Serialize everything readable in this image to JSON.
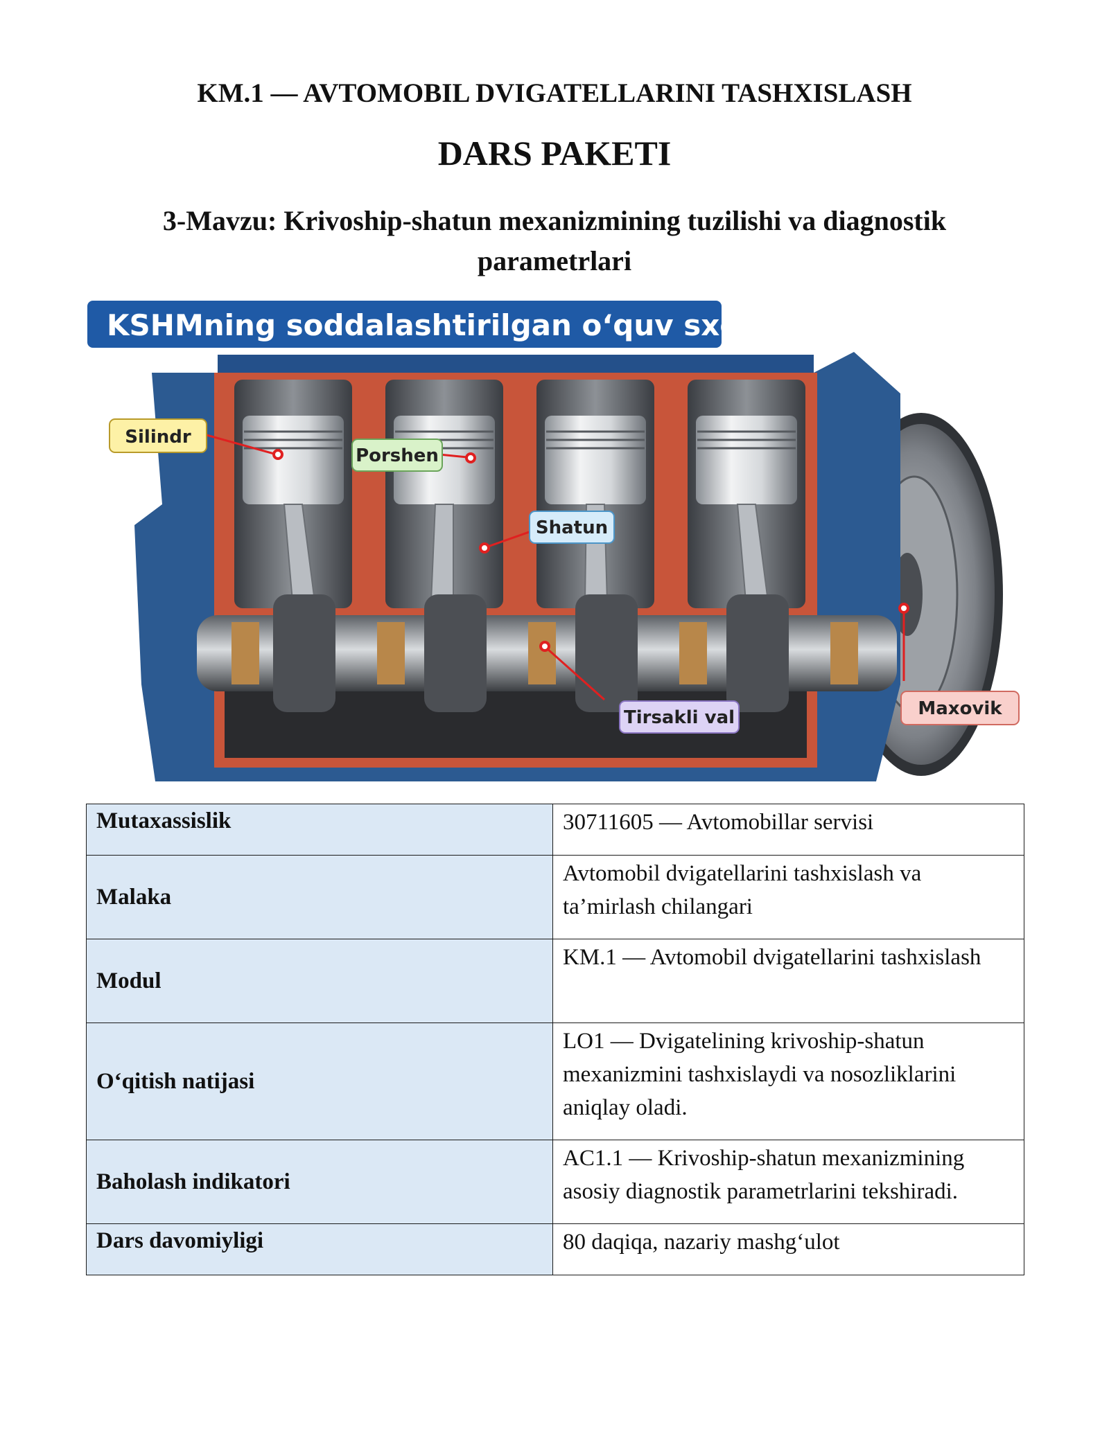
{
  "header": {
    "kicker": "KM.1 — AVTOMOBIL DVIGATELLARINI TASHXISLASH",
    "title": "DARS PAKETI",
    "topic": "3-Mavzu: Krivoship-shatun mexanizmining tuzilishi va diagnostik parametrlari"
  },
  "figure": {
    "banner": "KSHMning soddalashtirilgan o‘quv sxemasi",
    "labels": {
      "cylinder": "Silindr",
      "piston": "Porshen",
      "rod": "Shatun",
      "crankshaft": "Tirsakli val",
      "flywheel": "Maxovik"
    },
    "colors": {
      "banner": "#1f5aa6",
      "block": "#2c5a91",
      "section": "#c8553a",
      "callout": "#e02020",
      "cylinder_label": "#fdf1a6",
      "piston_label": "#d9f2c9",
      "rod_label": "#d6ecfa",
      "crankshaft_label": "#ddd3f5",
      "flywheel_label": "#f9d0cc"
    }
  },
  "info": {
    "rows": [
      {
        "key": "Mutaxassislik",
        "value": "30711605 — Avtomobillar servisi"
      },
      {
        "key": "Malaka",
        "value": "Avtomobil dvigatellarini tashxislash va ta’mirlash chilangari"
      },
      {
        "key": "Modul",
        "value": "KM.1 — Avtomobil dvigatellarini tashxislash"
      },
      {
        "key": "O‘qitish natijasi",
        "value": "LO1 — Dvigatelining krivoship-shatun mexanizmini tashxislaydi va nosozliklarini aniqlay oladi."
      },
      {
        "key": "Baholash indikatori",
        "value": "AC1.1 — Krivoship-shatun mexanizmining asosiy diagnostik parametrlarini tekshiradi."
      },
      {
        "key": "Dars davomiyligi",
        "value": "80 daqiqa, nazariy mashg‘ulot"
      }
    ]
  }
}
